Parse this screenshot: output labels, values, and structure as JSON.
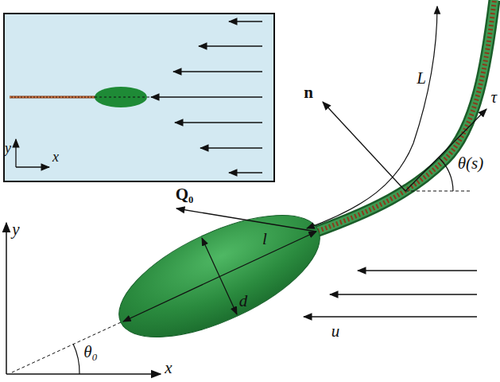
{
  "diagram": {
    "labels": [
      "y",
      "x",
      "L",
      "n",
      "τ",
      "θ(s)",
      "Q₀",
      "l",
      "d",
      "u",
      "y",
      "x",
      "θ₀"
    ]
  }
}
